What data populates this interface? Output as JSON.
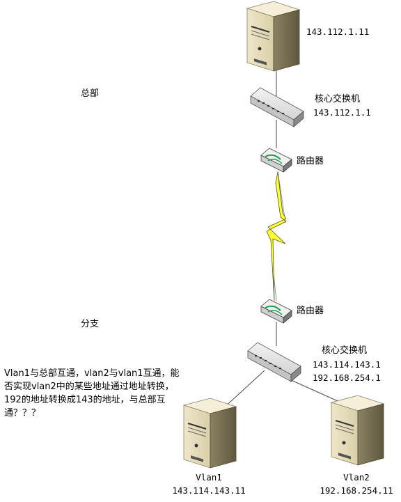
{
  "hq": {
    "label": "总部",
    "server": {
      "ip": "143.112.1.11"
    },
    "switch": {
      "name": "核心交换机",
      "ip": "143.112.1.1"
    },
    "router": {
      "name": "路由器"
    }
  },
  "branch": {
    "label": "分支",
    "router": {
      "name": "路由器"
    },
    "switch": {
      "name": "核心交换机",
      "ip1": "143.114.143.1",
      "ip2": "192.168.254.1"
    },
    "vlan1": {
      "name": "Vlan1",
      "ip": "143.114.143.11"
    },
    "vlan2": {
      "name": "Vlan2",
      "ip": "192.168.254.11"
    }
  },
  "question": "Vlan1与总部互通，vlan2与vlan1互通，能否实现vlan2中的某些地址通过地址转换，192的地址转换成143的地址，与总部互通？？？",
  "colors": {
    "lightning": "#ffff33",
    "lightning_stroke": "#5a5a00",
    "link": "#4a4a4a"
  }
}
